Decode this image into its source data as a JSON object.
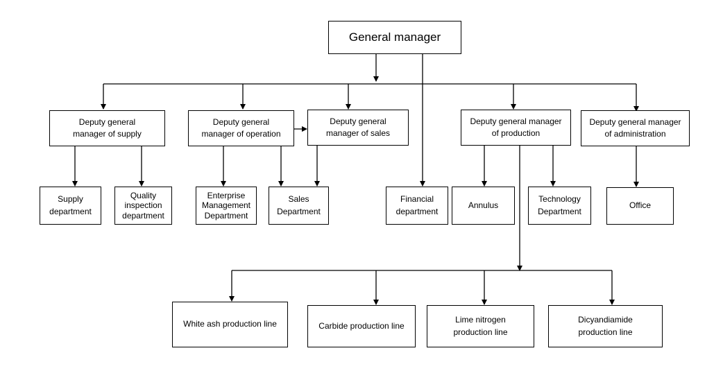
{
  "org_chart": {
    "general_manager": [
      "General manager"
    ],
    "deputy_supply": [
      "Deputy general",
      "manager of supply"
    ],
    "deputy_operation": [
      "Deputy general",
      "manager of operation"
    ],
    "deputy_sales": [
      "Deputy general",
      "manager of sales"
    ],
    "deputy_production": [
      "Deputy general manager",
      "of production"
    ],
    "deputy_administration": [
      "Deputy general manager",
      "of administration"
    ],
    "supply_department": [
      "Supply",
      "department"
    ],
    "quality_inspection_department": [
      "Quality",
      "inspection",
      "department"
    ],
    "enterprise_management_department": [
      "Enterprise",
      "Management",
      "Department"
    ],
    "sales_department": [
      "Sales",
      "Department"
    ],
    "financial_department": [
      "Financial",
      "department"
    ],
    "annulus": [
      "Annulus"
    ],
    "technology_department": [
      "Technology",
      "Department"
    ],
    "office": [
      "Office"
    ],
    "white_ash_production_line": [
      "White ash production line"
    ],
    "carbide_production_line": [
      "Carbide production line"
    ],
    "lime_nitrogen_production_line": [
      "Lime nitrogen",
      "production line"
    ],
    "dicyandiamide_production_line": [
      "Dicyandiamide",
      "production line"
    ]
  }
}
